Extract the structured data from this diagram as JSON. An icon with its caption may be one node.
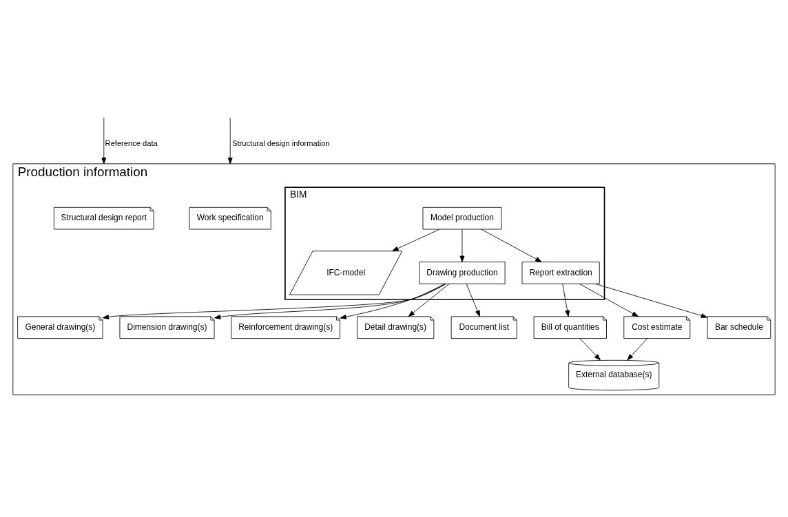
{
  "diagram": {
    "nodes": [
      {
        "text": [
          "Production information"
        ]
      },
      {
        "text": [
          "BIM"
        ],
        "in": 0
      },
      {
        "text": [
          "Model production"
        ],
        "in": 1
      },
      {
        "text": [
          "IFC-model"
        ],
        "in": 1
      },
      {
        "text": [
          "Drawing production"
        ],
        "in": 1
      },
      {
        "text": [
          "Report extraction"
        ],
        "in": 1
      },
      {
        "text": [
          "Structural design report"
        ],
        "in": 0
      },
      {
        "text": [
          "Work specification"
        ],
        "in": 0
      },
      {
        "text": [
          "Bill of quantities"
        ],
        "in": 0
      },
      {
        "text": [
          "Cost estimate"
        ],
        "in": 0
      },
      {
        "text": [
          "Bar schedule"
        ],
        "in": 0
      },
      {
        "text": [
          "External database(s)"
        ],
        "in": 0
      },
      {
        "text": [
          "General drawing(s)"
        ],
        "in": 0
      },
      {
        "text": [
          "Dimension drawing(s)"
        ],
        "in": 0
      },
      {
        "text": [
          "Reinforcement drawing(s)"
        ],
        "in": 0
      },
      {
        "text": [
          "Detail drawing(s)"
        ],
        "in": 0
      },
      {
        "text": [
          "Document list"
        ],
        "in": 0
      }
    ],
    "edges": [
      {
        "from": null,
        "to": 0,
        "arrow": "to",
        "label": "Reference data"
      },
      {
        "from": null,
        "to": 0,
        "arrow": "to",
        "label": "Structural design information"
      },
      {
        "from": 2,
        "to": 3,
        "arrow": "to"
      },
      {
        "from": 2,
        "to": 4,
        "arrow": "to"
      },
      {
        "from": 2,
        "to": 5,
        "arrow": "to"
      },
      {
        "from": 5,
        "to": 8,
        "arrow": "to"
      },
      {
        "from": 5,
        "to": 9,
        "arrow": "to"
      },
      {
        "from": 5,
        "to": 10,
        "arrow": "to"
      },
      {
        "from": 8,
        "to": 11,
        "arrow": "to"
      },
      {
        "from": 9,
        "to": 11,
        "arrow": "to"
      },
      {
        "from": 4,
        "to": 12,
        "arrow": "to"
      },
      {
        "from": 4,
        "to": 13,
        "arrow": "to"
      },
      {
        "from": 4,
        "to": 14,
        "arrow": "to"
      },
      {
        "from": 4,
        "to": 15,
        "arrow": "to"
      },
      {
        "from": 4,
        "to": 16,
        "arrow": "to"
      }
    ]
  }
}
